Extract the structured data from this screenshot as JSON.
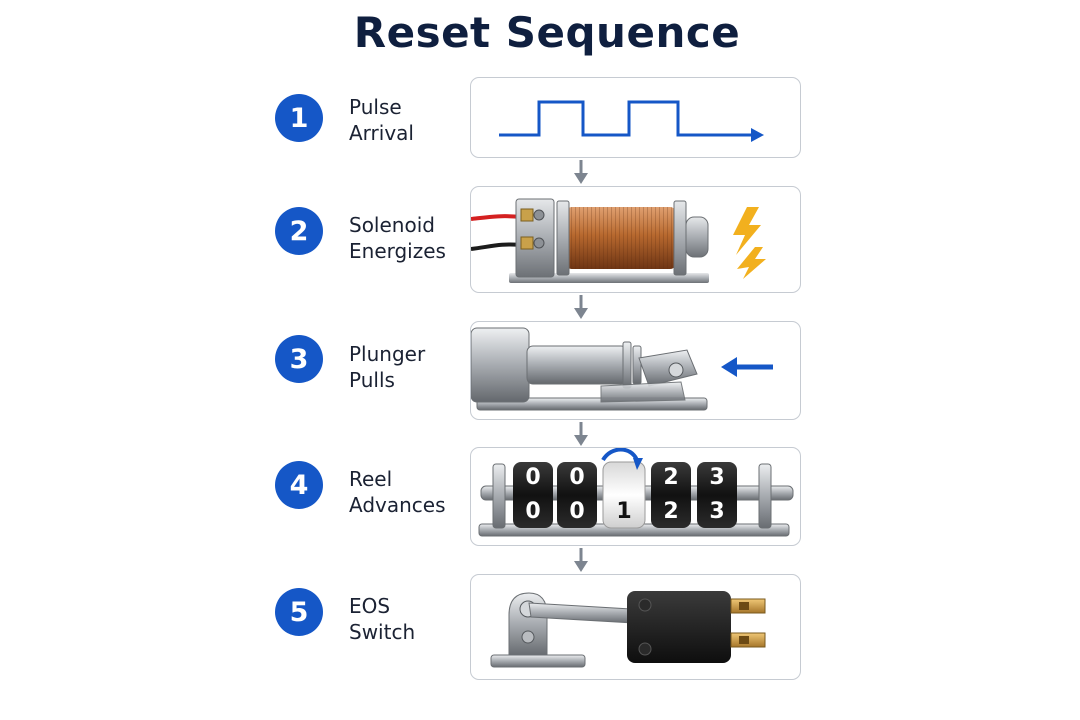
{
  "title": "Reset Sequence",
  "steps": [
    {
      "number": "1",
      "label_line1": "Pulse",
      "label_line2": "Arrival",
      "icon": "pulse-waveform-icon"
    },
    {
      "number": "2",
      "label_line1": "Solenoid",
      "label_line2": "Energizes",
      "icon": "solenoid-coil-icon"
    },
    {
      "number": "3",
      "label_line1": "Plunger",
      "label_line2": "Pulls",
      "icon": "plunger-arm-icon"
    },
    {
      "number": "4",
      "label_line1": "Reel",
      "label_line2": "Advances",
      "icon": "counter-reel-icon"
    },
    {
      "number": "5",
      "label_line1": "EOS",
      "label_line2": "Switch",
      "icon": "micro-switch-icon"
    }
  ],
  "reel_digits": {
    "top": [
      "0",
      "0",
      "",
      "2",
      "3"
    ],
    "bottom": [
      "0",
      "0",
      "1",
      "2",
      "3"
    ]
  },
  "colors": {
    "title": "#0f1f3f",
    "badge": "#1557c7",
    "accent_arrow": "#1557c7",
    "lightning": "#f2b01e",
    "flow_arrow": "#7d8590"
  }
}
